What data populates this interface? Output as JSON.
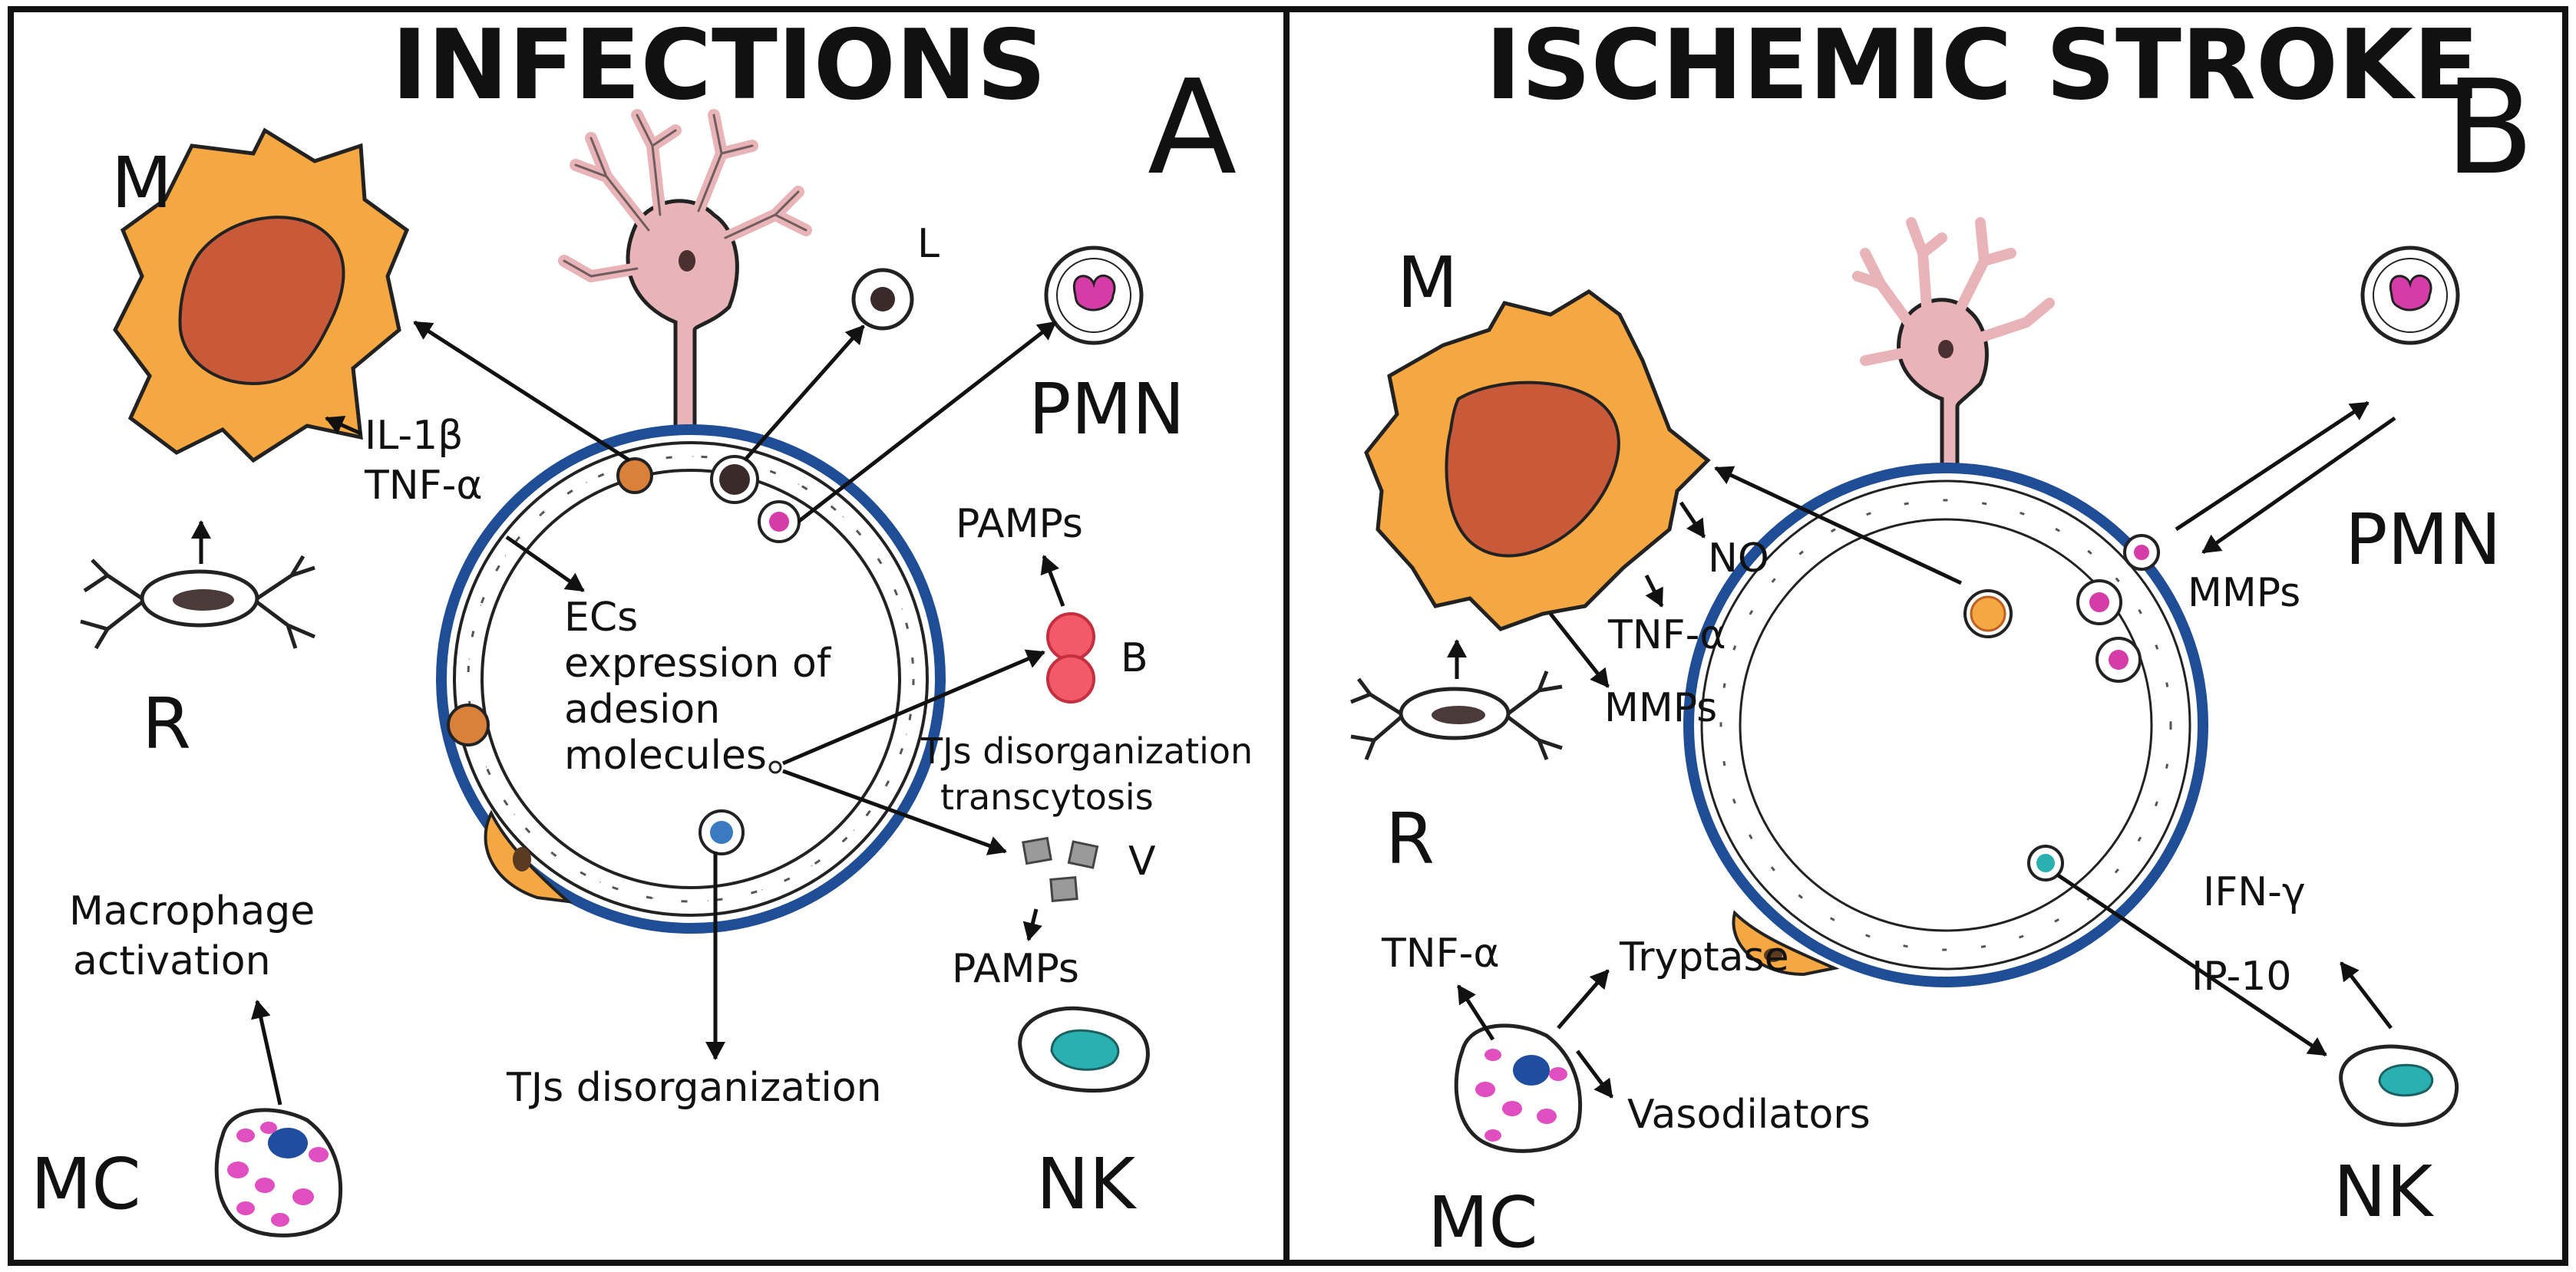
{
  "panels": {
    "A": {
      "title": "INFECTIONS",
      "letter": "A",
      "labels": {
        "M": "M",
        "R": "R",
        "MC": "MC",
        "L": "L",
        "PMN": "PMN",
        "NK": "NK",
        "B": "B",
        "V": "V"
      },
      "text": {
        "cytokine1": "IL-1β",
        "cytokine2": "TNF-α",
        "ecs1": "ECs",
        "ecs2": "expression of",
        "ecs3": "adesion",
        "ecs4": "molecules",
        "pamps_top": "PAMPs",
        "pamps_bottom": "PAMPs",
        "tjs_right1": "TJs disorganization",
        "tjs_right2": "transcytosis",
        "tjs_bottom": "TJs disorganization",
        "macro1": "Macrophage",
        "macro2": "activation"
      }
    },
    "B": {
      "title": "ISCHEMIC STROKE",
      "letter": "B",
      "labels": {
        "M": "M",
        "R": "R",
        "MC": "MC",
        "PMN": "PMN",
        "NK": "NK"
      },
      "text": {
        "no": "NO",
        "tnf": "TNF-α",
        "mmps_left": "MMPs",
        "mmps_right": "MMPs",
        "tnf_mc": "TNF-α",
        "tryptase": "Tryptase",
        "vasodilators": "Vasodilators",
        "ifn": "IFN-γ",
        "ip10": "IP-10"
      }
    }
  },
  "colors": {
    "macrophage": "#f5a742",
    "macrophage_nucleus": "#c85a3a",
    "neuron": "#e8b4b8",
    "vessel": "#1f4d96",
    "pmn_nucleus": "#d63ca7",
    "bacteria": "#f25a6a",
    "virus": "#9a9a9a",
    "nk_nucleus": "#2ab0b0",
    "mc_nucleus": "#1f4da0",
    "mc_granules": "#e04ec0"
  }
}
